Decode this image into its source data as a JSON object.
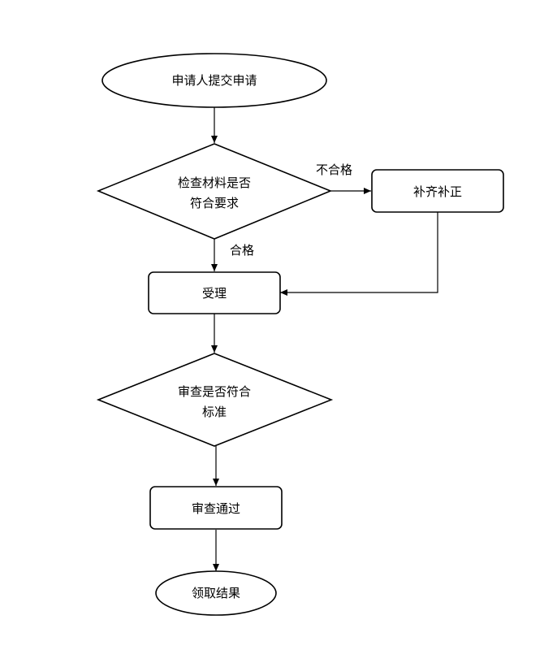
{
  "nodes": {
    "start": {
      "text": "申请人提交申请"
    },
    "check": {
      "line1": "检查材料是否",
      "line2": "符合要求"
    },
    "supplement": {
      "text": "补齐补正"
    },
    "accept": {
      "text": "受理"
    },
    "review": {
      "line1": "审查是否符合",
      "line2": "标准"
    },
    "passed": {
      "text": "审查通过"
    },
    "result": {
      "text": "领取结果"
    }
  },
  "edges": {
    "fail_label": "不合格",
    "pass_label": "合格"
  }
}
